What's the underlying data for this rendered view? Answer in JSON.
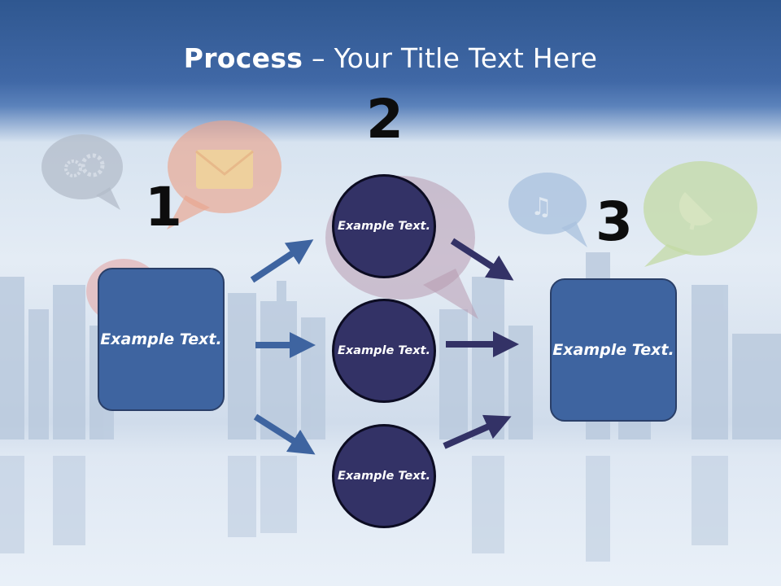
{
  "title": {
    "bold": "Process",
    "rest": " – Your Title Text Here"
  },
  "steps": [
    {
      "number": "1",
      "box_text": "Example Text."
    },
    {
      "number": "2"
    },
    {
      "number": "3",
      "box_text": "Example Text."
    }
  ],
  "circles": [
    "Example Text.",
    "Example Text.",
    "Example Text."
  ],
  "colors": {
    "box": "#3e64a0",
    "circle": "#333266",
    "arrow_left": "#3e64a0",
    "arrow_right": "#333266"
  }
}
